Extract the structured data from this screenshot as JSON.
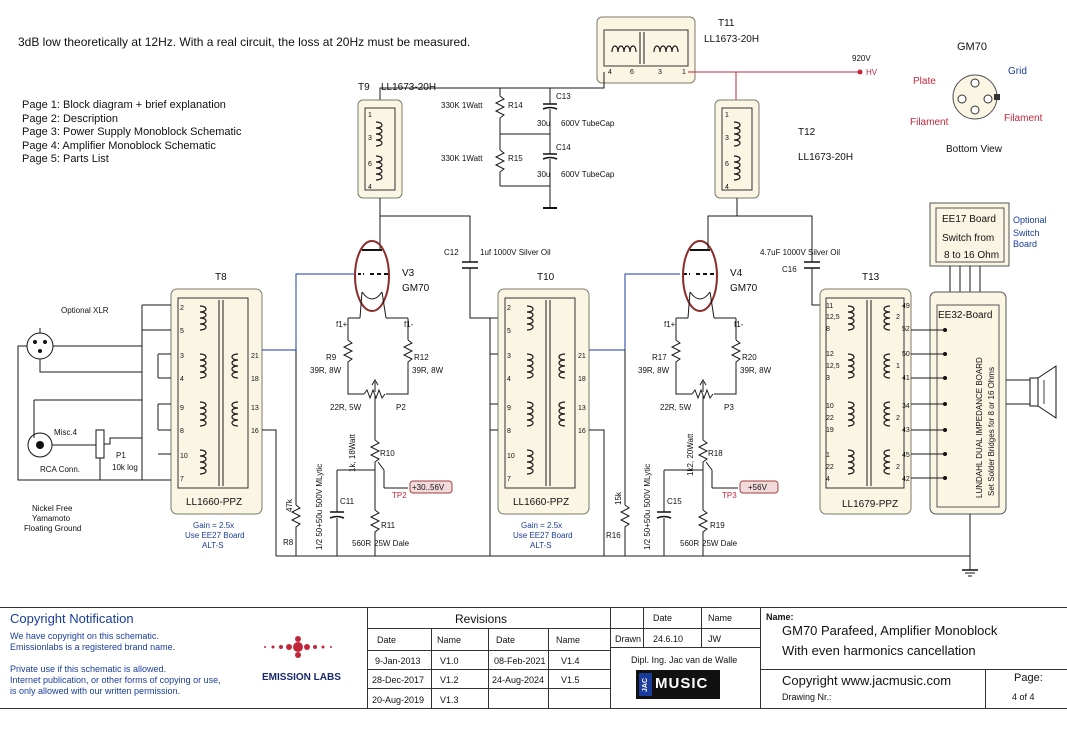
{
  "header_note": "3dB low theoretically at 12Hz.  With a real circuit,  the loss at 20Hz must be measured.",
  "pages": [
    "Page 1:  Block diagram + brief explanation",
    "Page 2:  Description",
    "Page 3:  Power Supply Monoblock Schematic",
    "Page 4:  Amplifier Monoblock Schematic",
    "Page 5:  Parts List"
  ],
  "transformers": {
    "t11": {
      "ref": "T11",
      "model": "LL1673-20H",
      "pins": [
        "4",
        "6",
        "3",
        "1"
      ]
    },
    "t9": {
      "ref": "T9",
      "model": "LL1673-20H",
      "pins": [
        "1",
        "3",
        "6",
        "4"
      ]
    },
    "t12": {
      "ref": "T12",
      "model": "LL1673-20H",
      "pins": [
        "1",
        "3",
        "6",
        "4"
      ]
    },
    "t8": {
      "ref": "T8",
      "model": "LL1660-PPZ",
      "gain": "Gain = 2.5x",
      "use": "Use EE27 Board",
      "alt": "ALT-S",
      "pins_l": [
        "2",
        "5",
        "3",
        "4",
        "9",
        "8",
        "10",
        "7"
      ],
      "pins_r": [
        "21",
        "18",
        "13",
        "16"
      ]
    },
    "t10": {
      "ref": "T10",
      "model": "LL1660-PPZ",
      "gain": "Gain = 2.5x",
      "use": "Use EE27 Board",
      "alt": "ALT-S",
      "pins_l": [
        "2",
        "5",
        "3",
        "4",
        "9",
        "8",
        "10",
        "7"
      ],
      "pins_r": [
        "21",
        "18",
        "13",
        "16"
      ]
    },
    "t13": {
      "ref": "T13",
      "model": "LL1679-PPZ",
      "pins_l": [
        "11",
        "12,5",
        "8",
        "12",
        "12,5",
        "3",
        "10",
        "22",
        "19",
        "1",
        "22",
        "4"
      ],
      "pins_r": [
        "49",
        "2",
        "52",
        "50",
        "1",
        "41",
        "34",
        "2",
        "43",
        "45",
        "2",
        "42"
      ]
    }
  },
  "hv": {
    "voltage": "920V",
    "label": "HV"
  },
  "resistors": {
    "r14": {
      "ref": "R14",
      "value": "330K 1Watt"
    },
    "r15": {
      "ref": "R15",
      "value": "330K 1Watt"
    },
    "r9": {
      "ref": "R9",
      "value": "39R, 8W"
    },
    "r12": {
      "ref": "R12",
      "value": "39R, 8W"
    },
    "r17": {
      "ref": "R17",
      "value": "39R, 8W"
    },
    "r20": {
      "ref": "R20",
      "value": "39R, 8W"
    },
    "p2": {
      "ref": "P2",
      "value": "22R, 5W"
    },
    "p3": {
      "ref": "P3",
      "value": "22R, 5W"
    },
    "r10": {
      "ref": "R10",
      "value": "1k, 18Watt"
    },
    "r18": {
      "ref": "R18",
      "value": "1k2, 20Watt"
    },
    "r11": {
      "ref": "R11",
      "value": "560R",
      "power": "25W Dale"
    },
    "r19": {
      "ref": "R19",
      "value": "560R",
      "power": "25W Dale"
    },
    "r8": {
      "ref": "R8",
      "value": "47k"
    },
    "r16": {
      "ref": "R16",
      "value": "15k"
    },
    "p1": {
      "ref": "P1",
      "value": "10k log"
    }
  },
  "capacitors": {
    "c13": {
      "ref": "C13",
      "value": "30u",
      "type": "600V TubeCap"
    },
    "c14": {
      "ref": "C14",
      "value": "30u",
      "type": "600V TubeCap"
    },
    "c12": {
      "ref": "C12",
      "value": "1uf 1000V Silver Oil"
    },
    "c16": {
      "ref": "C16",
      "value": "4.7uF 1000V Silver Oil"
    },
    "c11": {
      "ref": "C11",
      "value": "1/2 50+50u   500V MLytic"
    },
    "c15": {
      "ref": "C15",
      "value": "1/2 50+50u   500V MLytic"
    }
  },
  "tubes": {
    "v3": {
      "ref": "V3",
      "type": "GM70",
      "f_plus": "f1+",
      "f_minus": "f1-"
    },
    "v4": {
      "ref": "V4",
      "type": "GM70",
      "f_plus": "f1+",
      "f_minus": "f1-"
    }
  },
  "testpoints": {
    "tp2": {
      "ref": "TP2",
      "voltage": "+30..56V"
    },
    "tp3": {
      "ref": "TP3",
      "voltage": "+56V"
    }
  },
  "input": {
    "xlr": "Optional XLR",
    "misc": "Misc.4",
    "rca": "RCA Conn.",
    "wire_note_1": "Nickel Free",
    "wire_note_2": "Yamamoto",
    "wire_note_3": "Floating Ground"
  },
  "pinout": {
    "title": "GM70",
    "plate": "Plate",
    "grid": "Grid",
    "filament_l": "Filament",
    "filament_r": "Filament",
    "view": "Bottom View"
  },
  "ee17": {
    "title": "EE17 Board",
    "line1": "Switch from",
    "line2": "8 to 16 Ohm",
    "note": "Optional Switch Board"
  },
  "ee32": {
    "title": "EE32-Board",
    "vertical1": "LUNDAHL DUAL IMPEDANCE BOARD",
    "vertical2": "Set Solder Bridges for 8 or 16 Ohms"
  },
  "copyright": {
    "title": "Copyright Notification",
    "line1": "We have  copyright on this schematic.",
    "line2": "Emissionlabs is a registered brand name.",
    "line3": "Private use if this schematic is allowed.",
    "line4": "Internet publication, or other forms of copying or use,",
    "line5": "is only allowed with our written  permission.",
    "brand": "EMISSION LABS"
  },
  "revisions": {
    "title": "Revisions",
    "headers": [
      "Date",
      "Name",
      "Date",
      "Name"
    ],
    "rows": [
      [
        "9-Jan-2013",
        "V1.0",
        "08-Feb-2021",
        "V1.4"
      ],
      [
        "28-Dec-2017",
        "V1.2",
        "24-Aug-2024",
        "V1.5"
      ],
      [
        "20-Aug-2019",
        "V1.3",
        "",
        ""
      ]
    ]
  },
  "drawn": {
    "date_label": "Date",
    "name_label": "Name",
    "drawn_label": "Drawn",
    "date": "24.6.10",
    "name": "JW",
    "author": "Dipl. Ing. Jac van de Walle",
    "logo_a": "JAC",
    "logo_b": "MUSIC"
  },
  "titleblock": {
    "name_label": "Name:",
    "name1": "GM70 Parafeed, Amplifier Monoblock",
    "name2": "With even harmonics cancellation",
    "copyright": "Copyright www.jacmusic.com",
    "drawing_label": "Drawing Nr.:",
    "page_label": "Page:",
    "page": "4 of 4"
  }
}
